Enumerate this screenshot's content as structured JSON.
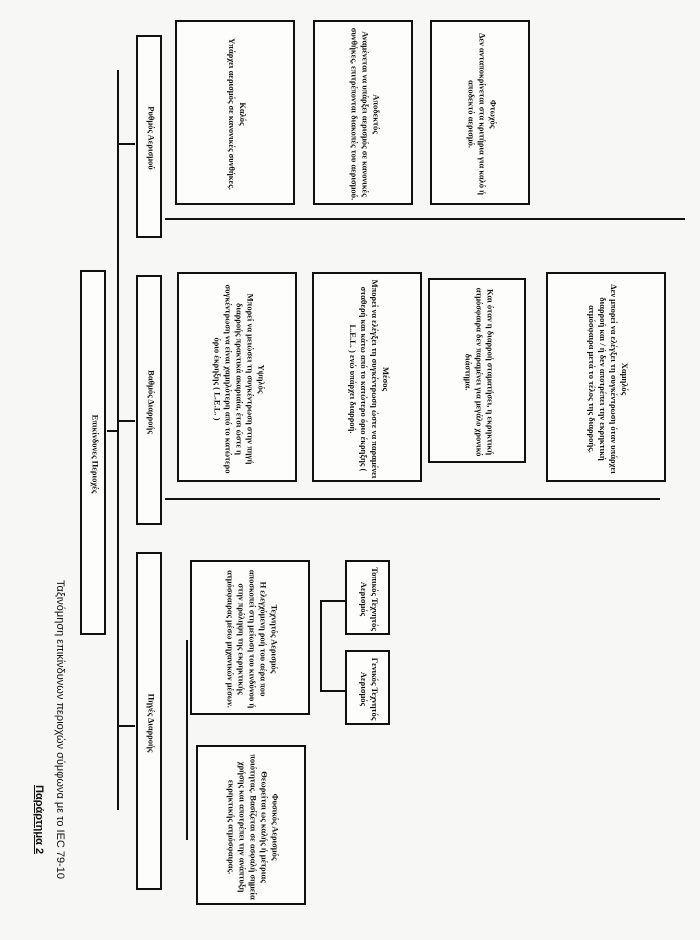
{
  "page": {
    "caption": "Παράρτημα 2",
    "subtitle": "Ταξινόμηση επικίνδυνων περιοχών σύμφωνα με το IEC 79-10"
  },
  "root": "Επικίνδυνες Περιοχές",
  "categories": {
    "release": "Πηγές Διαρροής",
    "degree": "Βαθμός Διαρροής",
    "ventilation": "Ρυθμός Αερισμού"
  },
  "release_boxes": {
    "natural_title": "Φυσικός Αερισμός",
    "natural_text": "Θεωρείται ως καλής ή μέτριας ποιότητας. Βασίζεται σε ασφαλή σημεία χρήσης και αποτρέπει την ανάπτυξη εκρηκτικής ατμόσφαιρας.",
    "artificial_title": "Τεχνητός Αερισμός",
    "artificial_text": "Η ελεγχόμενη ροή του αέρα που αποσκοπεί στη μείωση του κινδύνου ή στην πρόληψη της εκρηκτικής ατμόσφαιρας μέσω μηχανικών μέσων.",
    "local_title": "Τοπικός Τεχνητός Αερισμός",
    "general_title": "Γενικός Τεχνητός Αερισμός"
  },
  "degree_boxes": {
    "high_title": "Υψηλός",
    "high_text": "Μπορεί να μειώσει τη συγκέντρωση στην πηγή διαρροής πρακτικά ακαριαία, έτσι ώστε η συγκέντρωση να είναι χαμηλότερη από το κατώτερο όριο έκρηξης ( L.E.L. )",
    "medium_title": "Μέσος",
    "medium_text": "Μπορεί να ελέγξει τη συγκέντρωση ώστε να παραμένει σταθερή και κάτω από το κατώτερο όριο έκρηξης ( L.E.L. ) ενώ υπάρχει διαρροή.",
    "medium_note": "Και όταν η διαρροή σταματήσει, η εκρηκτική ατμόσφαιρα δεν παραμένει για μεγάλο χρονικό διάστημα.",
    "low_title": "Χαμηλός",
    "low_text": "Δεν μπορεί να ελέγξει τη συγκέντρωση όταν υπάρχει διαρροή και / ή δεν αποτρέπει την εκρηκτική ατμόσφαιρα μετά το τέλος της διαρροής."
  },
  "vent_boxes": {
    "good_title": "Καλός",
    "good_text": "Υπάρχει αερισμός σε κανονικές συνθήκες.",
    "fair_title": "Αποδεκτός",
    "fair_text": "Αναμένεται να υπάρξει αερισμός σε κανονικές συνθήκες, επιτρέπονται διακοπές του αερισμού.",
    "poor_title": "Φτωχός",
    "poor_text": "Δεν ανταποκρίνεται στα κριτήρια για καλό ή αποδεκτό αερισμό."
  }
}
